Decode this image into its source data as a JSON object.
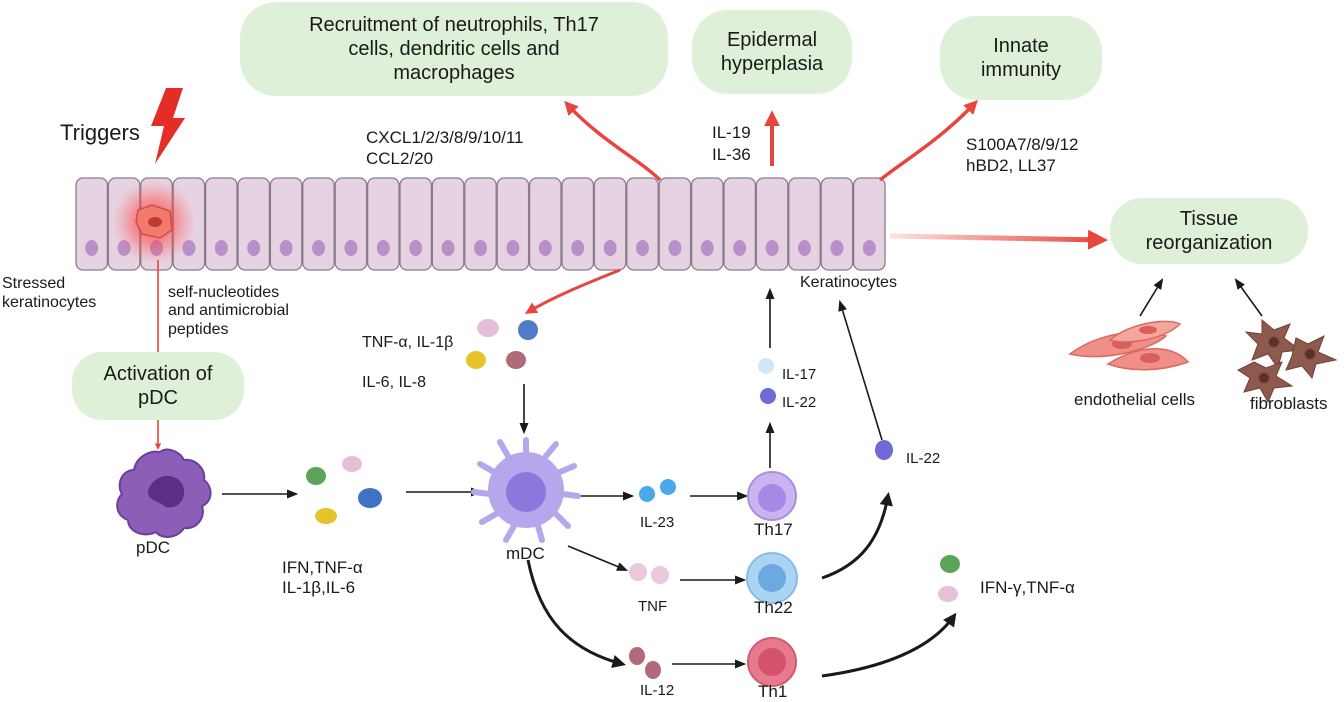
{
  "outcomes": {
    "recruitment": "Recruitment of neutrophils, Th17\ncells, dendritic cells and\nmacrophages",
    "epidermal": "Epidermal\nhyperplasia",
    "innate": "Innate\nimmunity",
    "tissue": "Tissue\nreorganization",
    "activation_pdc": "Activation of\npDC"
  },
  "triggers_label": "Triggers",
  "mediators": {
    "chemokines": "CXCL1/2/3/8/9/10/11\nCCL2/20",
    "il19_il36": "IL-19\nIL-36",
    "amps": "S100A7/8/9/12\nhBD2, LL37"
  },
  "labels": {
    "stressed": "Stressed\nkeratinocytes",
    "self_nucleotides": "self-nucleotides\nand antimicrobial\npeptides",
    "keratinocytes": "Keratinocytes",
    "tnf_il1b": "TNF-α, IL-1β",
    "il6_il8": "IL-6, IL-8",
    "il17": "IL-17",
    "il22_th17": "IL-22",
    "il22_th22": "IL-22",
    "endothelial": "endothelial cells",
    "fibroblasts": "fibroblasts",
    "pdc": "pDC",
    "ifn_group": "IFN,TNF-α\nIL-1β,IL-6",
    "mdc": "mDC",
    "il23": "IL-23",
    "th17": "Th17",
    "tnf": "TNF",
    "th22": "Th22",
    "il12": "IL-12",
    "th1": "Th1",
    "ifng_tnfa": "IFN-γ,TNF-α"
  },
  "colors": {
    "green_box": "#dff0d8",
    "red_arrow": "#e8453c",
    "cell_fill": "#e6d3e1",
    "nucleus": "#b98fca",
    "pdc_purple": "#8b5fb8",
    "mdc_purple": "#b6a7ec",
    "th17": "#c9b3f0",
    "th22": "#a9d4f2",
    "th1": "#e77a8d",
    "endothelial": "#ef8f87",
    "fibroblast": "#8f5a4e"
  },
  "icons": [
    "lightning-bolt-icon",
    "keratinocyte-layer-icon",
    "pdc-cell-icon",
    "mdc-cell-icon",
    "t-cell-icon",
    "endothelial-cells-icon",
    "fibroblasts-icon"
  ]
}
